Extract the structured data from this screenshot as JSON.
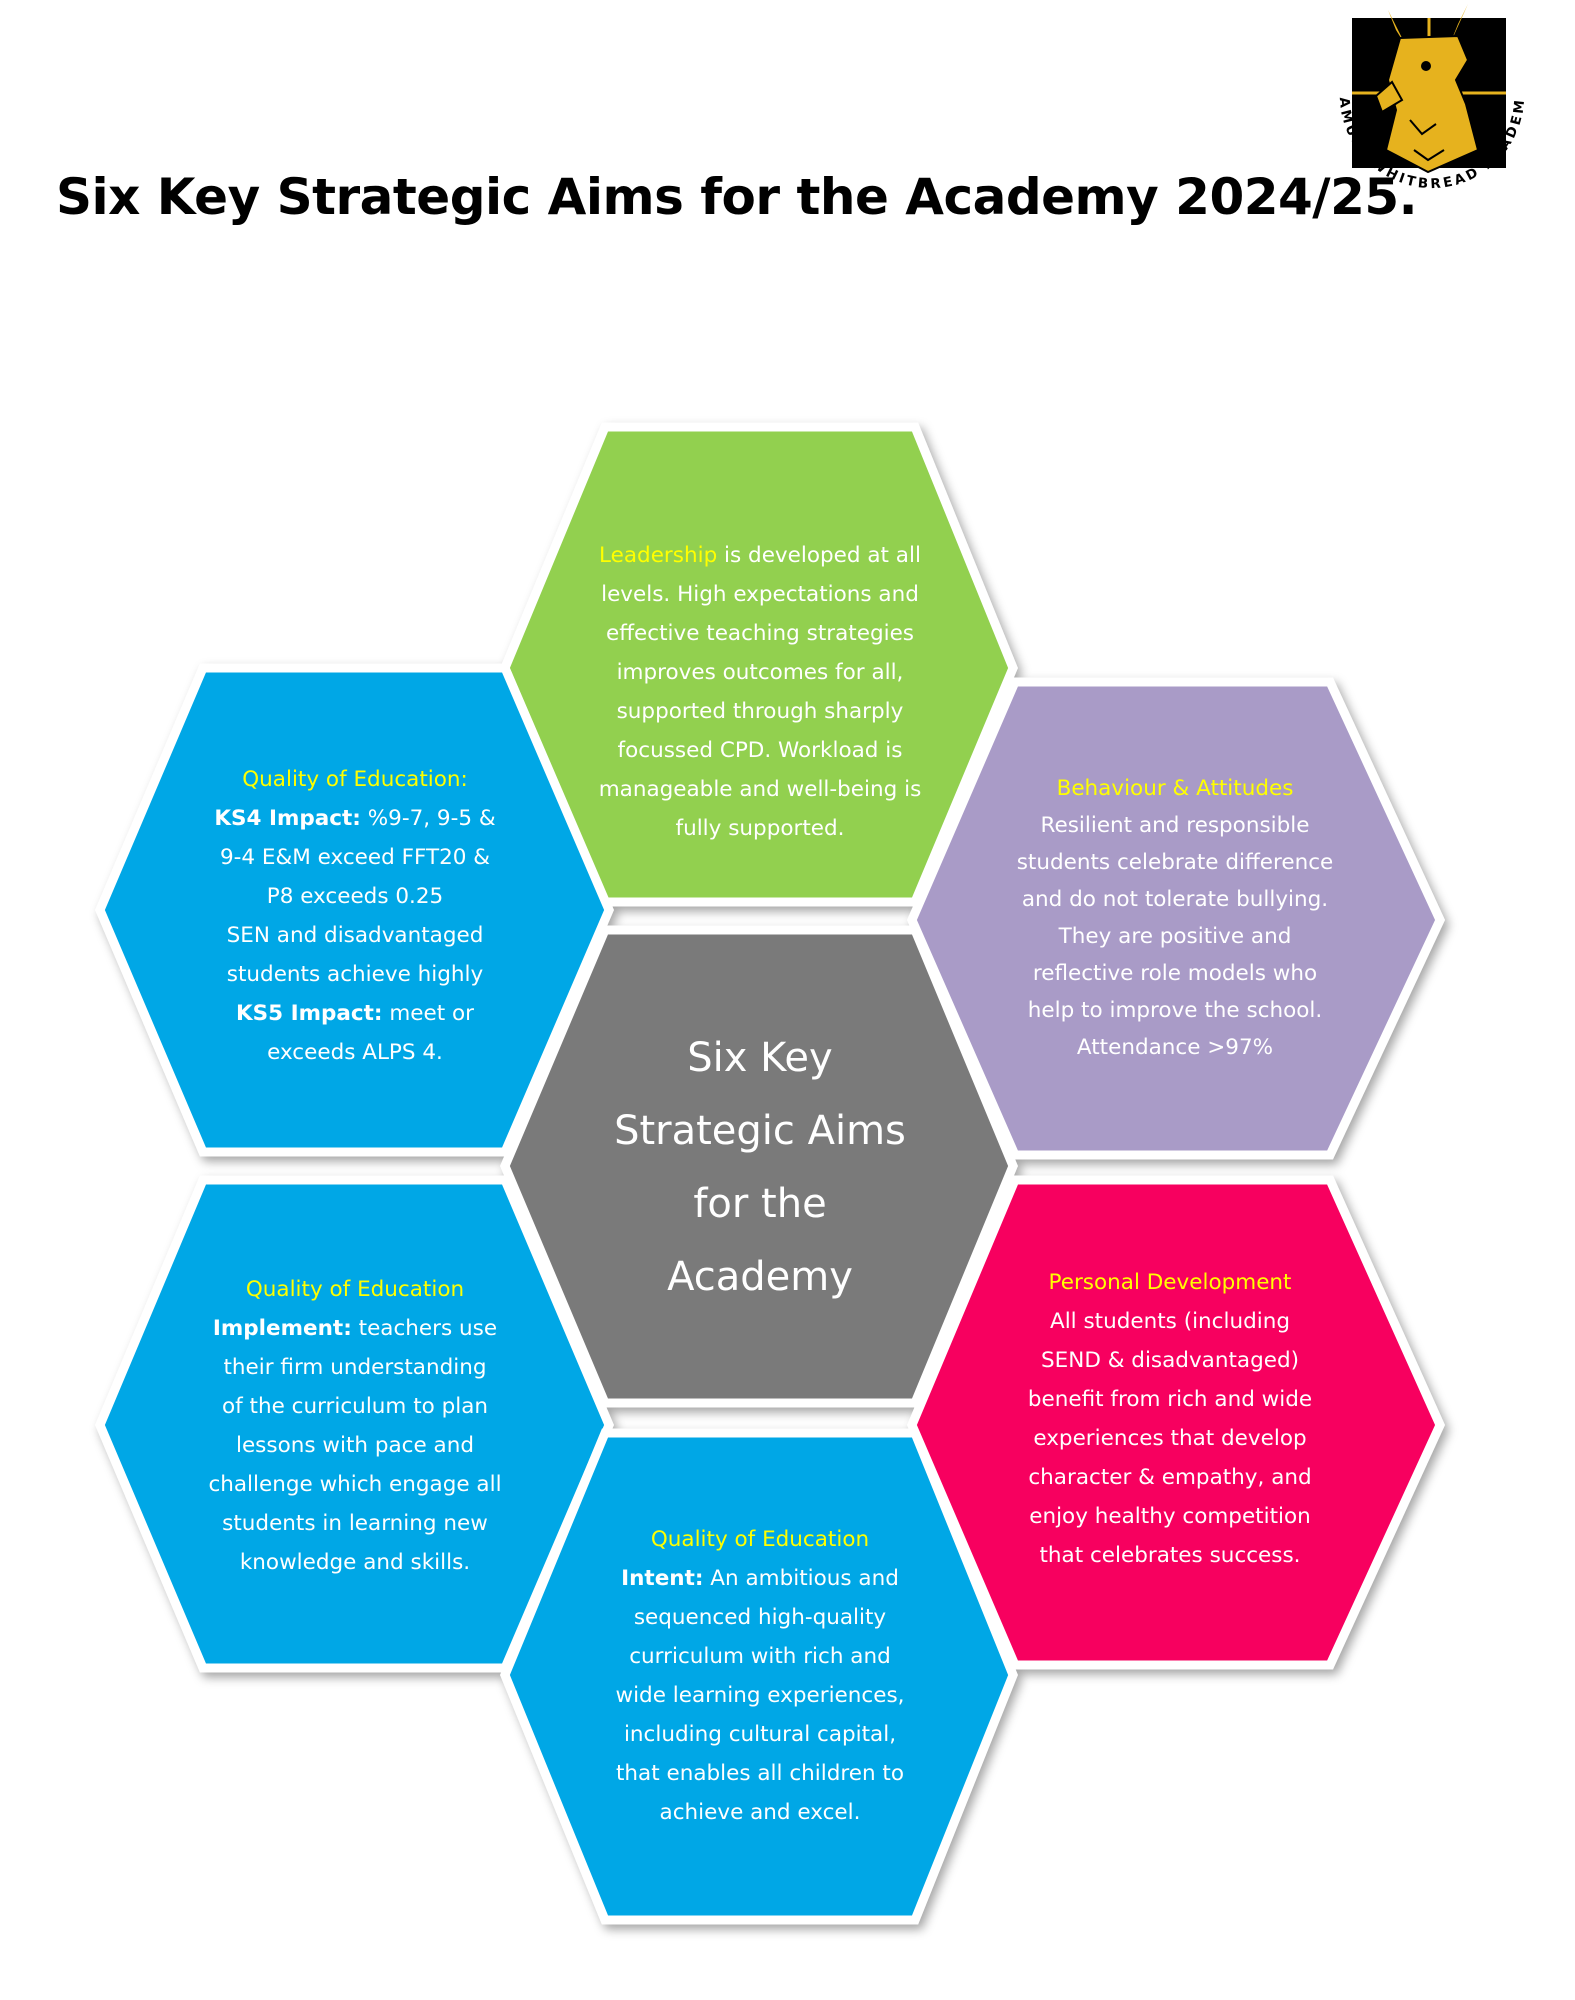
{
  "title": "Six Key Strategic Aims for the Academy 2024/25.",
  "logo": {
    "text": "SAMUEL WHITBREAD ACADEMY",
    "icon": "antelope-crest-icon"
  },
  "colors": {
    "leadership": "#92d050",
    "quality_education": "#00a7e6",
    "behaviour": "#a99bc7",
    "personal_development": "#f7005f",
    "center": "#7a7a7a",
    "heading": "#ffff00"
  },
  "center": {
    "lines": [
      "Six Key",
      "Strategic Aims",
      "for the",
      "Academy"
    ]
  },
  "leadership": {
    "heading": "Leadership",
    "lines": [
      " is developed at all",
      "levels. High expectations and",
      "effective teaching strategies",
      "improves outcomes for all,",
      "supported through sharply",
      "focussed CPD. Workload is",
      "manageable and well-being is",
      "fully supported."
    ]
  },
  "quality_impact": {
    "heading": "Quality of Education:",
    "impact_label": "KS4 Impact:",
    "impact_text": " %9-7, 9-5 &",
    "lines": [
      "9-4 E&M exceed FFT20 &",
      "P8 exceeds 0.25",
      "SEN and disadvantaged",
      "students achieve highly"
    ],
    "ks5_label": "KS5 Impact:",
    "ks5_text": " meet or",
    "last_line": "exceeds ALPS 4."
  },
  "behaviour": {
    "heading": "Behaviour & Attitudes",
    "lines": [
      "Resilient and responsible",
      "students celebrate difference",
      "and do not tolerate bullying.",
      "They are positive and",
      "reflective role models who",
      "help to improve the school.",
      "Attendance >97%"
    ]
  },
  "quality_implement": {
    "heading": "Quality of Education",
    "label": "Implement:",
    "label_text": " teachers use",
    "lines": [
      "their firm understanding",
      "of the curriculum to plan",
      "lessons with pace and",
      "challenge which engage all",
      "students in learning new",
      "knowledge and skills."
    ]
  },
  "personal_development": {
    "heading": "Personal Development",
    "lines": [
      "All students (including",
      "SEND & disadvantaged)",
      "benefit from rich and wide",
      "experiences that develop",
      "character & empathy, and",
      "enjoy healthy competition",
      "that celebrates success."
    ]
  },
  "quality_intent": {
    "heading": "Quality of Education",
    "label": "Intent:",
    "label_text": " An ambitious and",
    "lines": [
      "sequenced high-quality",
      "curriculum with rich and",
      "wide learning experiences,",
      "including cultural capital,",
      "that enables all children to",
      "achieve and excel."
    ]
  }
}
